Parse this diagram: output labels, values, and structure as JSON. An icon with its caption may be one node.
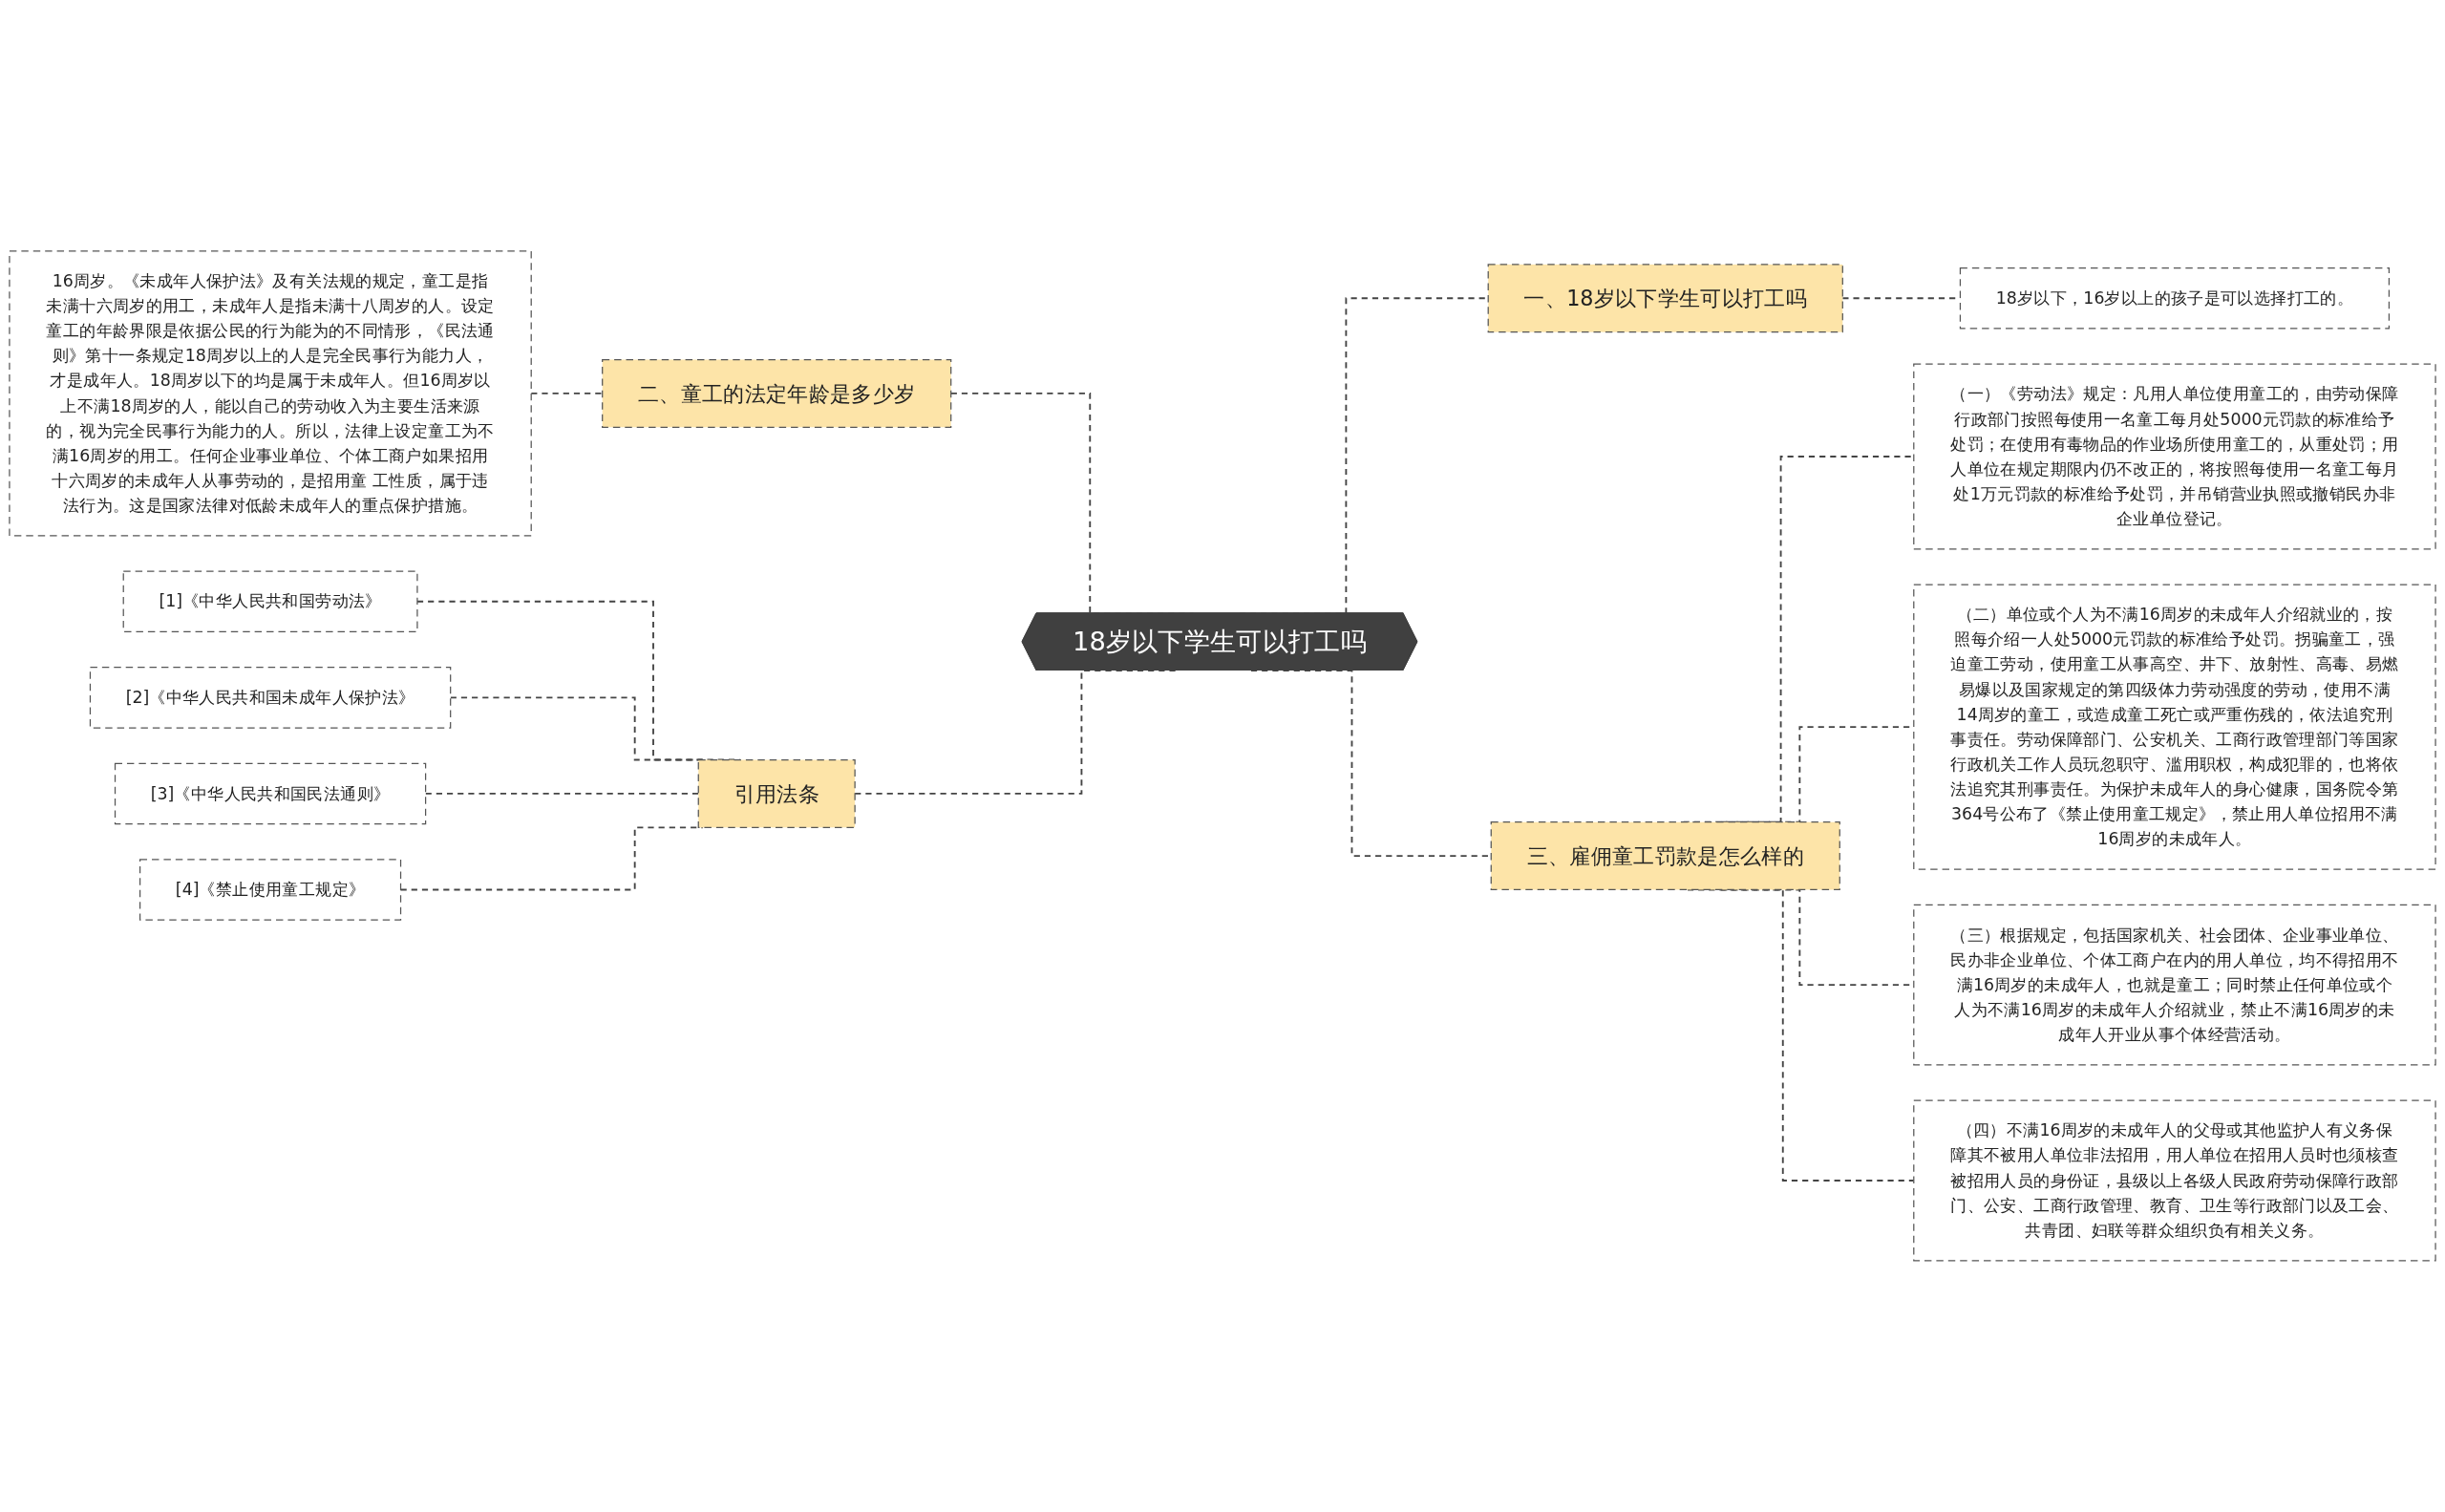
{
  "diagram": {
    "nodes": [
      {
        "text": [
          "18岁以下学生可以打工吗"
        ]
      },
      {
        "text": [
          "二、童工的法定年龄是多少岁"
        ]
      },
      {
        "text": [
          "16周岁。《未成年人保护法》及有关法规的规定，童工是指未满十六周岁的用工，未成年人是指未满十八周岁的人。设定童工的年龄界限是依据公民的行为能为的不同情形，《民法通则》第十一条规定18周岁以上的人是完全民事行为能力人，才是成年人。18周岁以下的均是属于未成年人。但16周岁以上不满18周岁的人，能以自己的劳动收入为主要生活来源的，视为完全民事行为能力的人。所以，法律上设定童工为不满16周岁的用工。任何企业事业单位、个体工商户如果招用十六周岁的未成年人从事劳动的，是招用童 工性质，属于违法行为。这是国家法律对低龄未成年人的重点保护措施。"
        ]
      },
      {
        "text": [
          "引用法条"
        ]
      },
      {
        "text": [
          "[1]《中华人民共和国劳动法》"
        ]
      },
      {
        "text": [
          "[2]《中华人民共和国未成年人保护法》"
        ]
      },
      {
        "text": [
          "[3]《中华人民共和国民法通则》"
        ]
      },
      {
        "text": [
          "[4]《禁止使用童工规定》"
        ]
      },
      {
        "text": [
          "一、18岁以下学生可以打工吗"
        ]
      },
      {
        "text": [
          "18岁以下，16岁以上的孩子是可以选择打工的。"
        ]
      },
      {
        "text": [
          "三、雇佣童工罚款是怎么样的"
        ]
      },
      {
        "text": [
          "（一）《劳动法》规定：凡用人单位使用童工的，由劳动保障行政部门按照每使用一名童工每月处5000元罚款的标准给予处罚；在使用有毒物品的作业场所使用童工的，从重处罚；用人单位在规定期限内仍不改正的，将按照每使用一名童工每月处1万元罚款的标准给予处罚，并吊销营业执照或撤销民办非企业单位登记。"
        ]
      },
      {
        "text": [
          "（二）单位或个人为不满16周岁的未成年人介绍就业的，按照每介绍一人处5000元罚款的标准给予处罚。拐骗童工，强迫童工劳动，使用童工从事高空、井下、放射性、高毒、易燃易爆以及国家规定的第四级体力劳动强度的劳动，使用不满14周岁的童工，或造成童工死亡或严重伤残的，依法追究刑事责任。劳动保障部门、公安机关、工商行政管理部门等国家行政机关工作人员玩忽职守、滥用职权，构成犯罪的，也将依法追究其刑事责任。为保护未成年人的身心健康，国务院令第364号公布了《禁止使用童工规定》，禁止用人单位招用不满16周岁的未成年人。"
        ]
      },
      {
        "text": [
          "（三）根据规定，包括国家机关、社会团体、企业事业单位、民办非企业单位、个体工商户在内的用人单位，均不得招用不满16周岁的未成年人，也就是童工；同时禁止任何单位或个人为不满16周岁的未成年人介绍就业，禁止不满16周岁的未成年人开业从事个体经营活动。"
        ]
      },
      {
        "text": [
          "（四）不满16周岁的未成年人的父母或其他监护人有义务保障其不被用人单位非法招用，用人单位在招用人员时也须核查被招用人员的身份证，县级以上各级人民政府劳动保障行政部门、公安、工商行政管理、教育、卫生等行政部门以及工会、共青团、妇联等群众组织负有相关义务。"
        ]
      }
    ],
    "edges": [
      {
        "from": 0,
        "to": 1,
        "arrow": "none",
        "style": "dashed"
      },
      {
        "from": 1,
        "to": 2,
        "arrow": "none",
        "style": "dashed"
      },
      {
        "from": 0,
        "to": 3,
        "arrow": "none",
        "style": "dashed"
      },
      {
        "from": 3,
        "to": 4,
        "arrow": "none",
        "style": "dashed"
      },
      {
        "from": 3,
        "to": 5,
        "arrow": "none",
        "style": "dashed"
      },
      {
        "from": 3,
        "to": 6,
        "arrow": "none",
        "style": "dashed"
      },
      {
        "from": 3,
        "to": 7,
        "arrow": "none",
        "style": "dashed"
      },
      {
        "from": 0,
        "to": 8,
        "arrow": "none",
        "style": "dashed"
      },
      {
        "from": 8,
        "to": 9,
        "arrow": "none",
        "style": "dashed"
      },
      {
        "from": 0,
        "to": 10,
        "arrow": "none",
        "style": "dashed"
      },
      {
        "from": 10,
        "to": 11,
        "arrow": "none",
        "style": "dashed"
      },
      {
        "from": 10,
        "to": 12,
        "arrow": "none",
        "style": "dashed"
      },
      {
        "from": 10,
        "to": 13,
        "arrow": "none",
        "style": "dashed"
      },
      {
        "from": 10,
        "to": 14,
        "arrow": "none",
        "style": "dashed"
      }
    ]
  }
}
